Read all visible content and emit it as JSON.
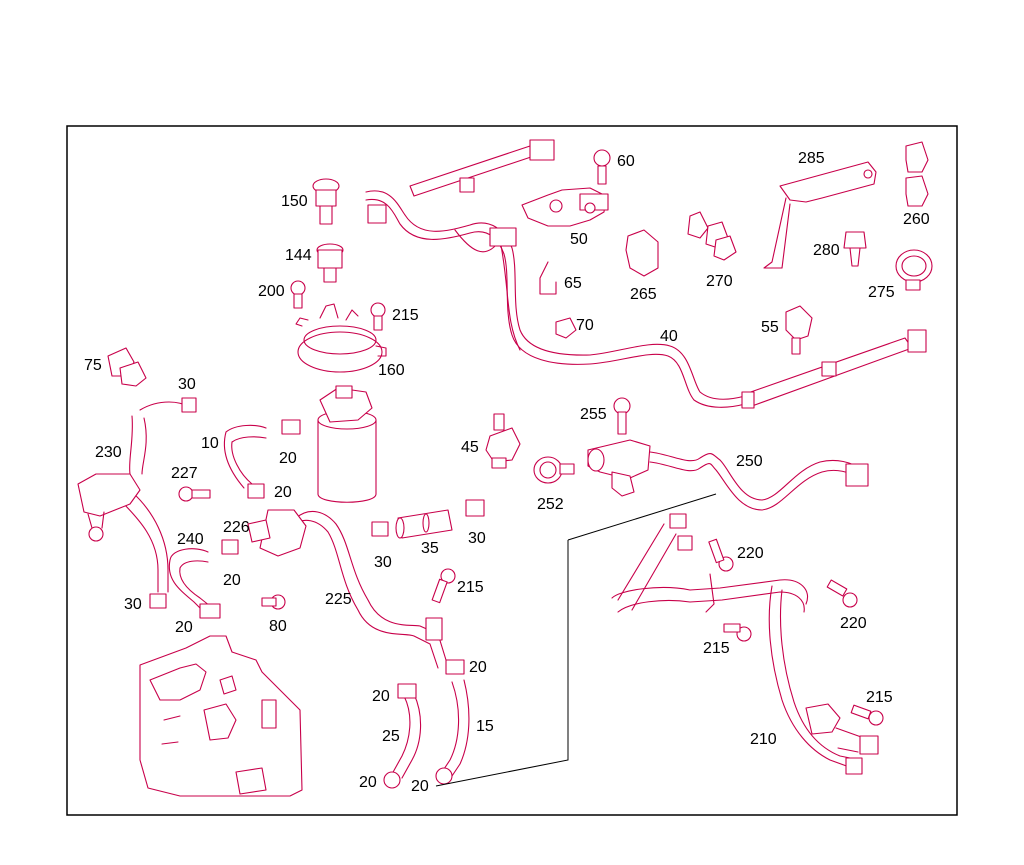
{
  "diagram": {
    "part_numbers": {
      "p10": "10",
      "p15": "15",
      "p20a": "20",
      "p20b": "20",
      "p20c": "20",
      "p20d": "20",
      "p20e": "20",
      "p20f": "20",
      "p20g": "20",
      "p20h": "20",
      "p25": "25",
      "p30a": "30",
      "p30b": "30",
      "p30c": "30",
      "p30d": "30",
      "p35": "35",
      "p40": "40",
      "p45": "45",
      "p50": "50",
      "p55": "55",
      "p60": "60",
      "p65": "65",
      "p70": "70",
      "p75": "75",
      "p80": "80",
      "p144": "144",
      "p150": "150",
      "p160": "160",
      "p200": "200",
      "p210": "210",
      "p215a": "215",
      "p215b": "215",
      "p215c": "215",
      "p215d": "215",
      "p220a": "220",
      "p220b": "220",
      "p225": "225",
      "p226": "226",
      "p227": "227",
      "p230": "230",
      "p240": "240",
      "p250": "250",
      "p252": "252",
      "p255": "255",
      "p260": "260",
      "p265": "265",
      "p270": "270",
      "p275": "275",
      "p280": "280",
      "p285": "285"
    },
    "colors": {
      "line": "#c8004a",
      "frame": "#000000"
    }
  }
}
